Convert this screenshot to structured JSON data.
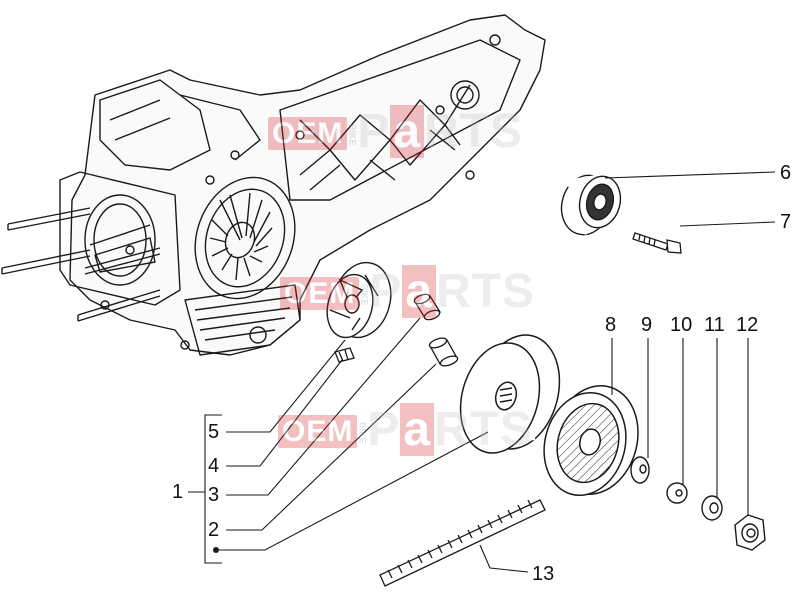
{
  "callouts": {
    "c1": "1",
    "c2": "2",
    "c3": "3",
    "c4": "4",
    "c5": "5",
    "c6": "6",
    "c7": "7",
    "c8": "8",
    "c9": "9",
    "c10": "10",
    "c11": "11",
    "c12": "12",
    "c13": "13"
  },
  "watermark": {
    "oem": "OEM",
    "bike": "BIKE",
    "p": "P",
    "a": "a",
    "rts": "RTS"
  },
  "colors": {
    "line": "#1a1a1a",
    "watermark_red": "#d21f26"
  }
}
